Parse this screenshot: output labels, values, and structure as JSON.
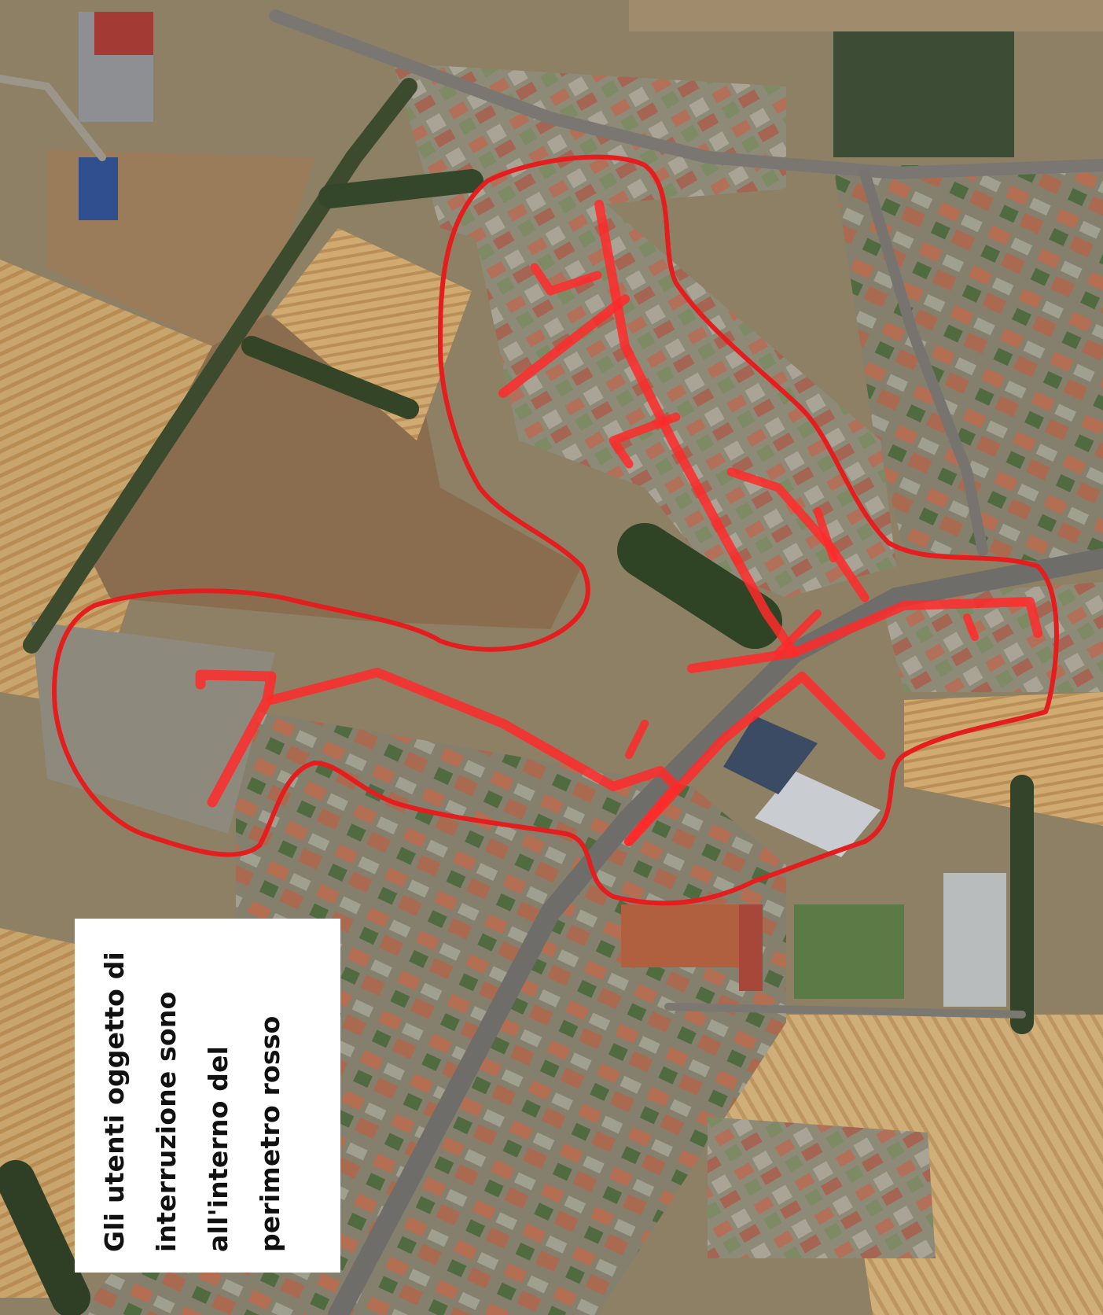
{
  "map": {
    "perimeter_color": "#e41e1e",
    "network_color": "#ff2a2a",
    "caption": {
      "lines": [
        "Gli utenti oggetto di",
        "interruzione sono",
        "all'interno del",
        "perimetro rosso"
      ]
    }
  }
}
